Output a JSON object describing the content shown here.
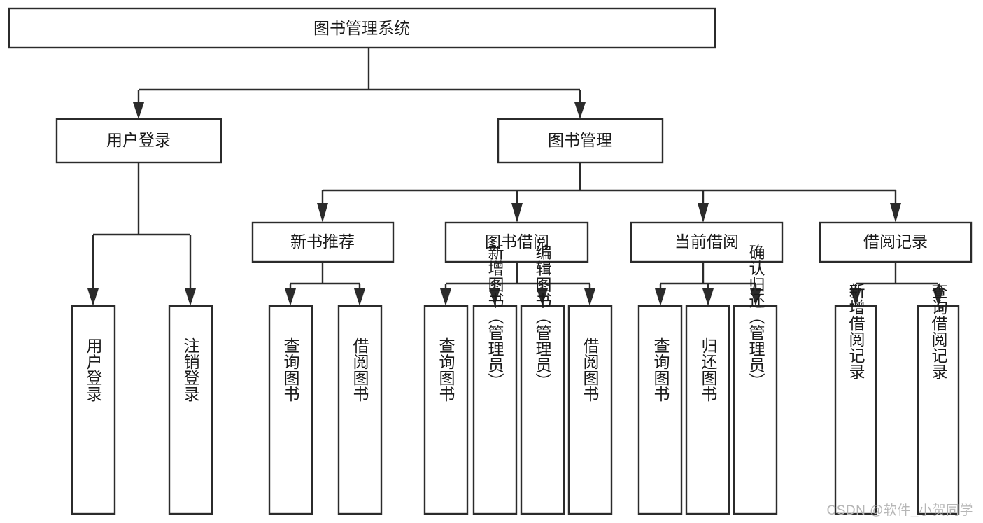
{
  "diagram": {
    "type": "tree-hierarchy",
    "title": "图书管理系统",
    "watermark": "CSDN @软件_小贺同学",
    "colors": {
      "stroke": "#2b2b2b",
      "fill": "#ffffff",
      "text": "#1a1a1a",
      "watermark": "#b6b6b6",
      "background": "#ffffff"
    },
    "levels": {
      "root": "图书管理系统",
      "level2": [
        "用户登录",
        "图书管理"
      ],
      "level3": [
        "新书推荐",
        "图书借阅",
        "当前借阅",
        "借阅记录"
      ]
    },
    "nodes": {
      "root": {
        "label": "图书管理系统"
      },
      "user_login": {
        "label": "用户登录"
      },
      "book_manage": {
        "label": "图书管理"
      },
      "new_book_rec": {
        "label": "新书推荐"
      },
      "book_borrow": {
        "label": "图书借阅"
      },
      "current_borrow": {
        "label": "当前借阅"
      },
      "borrow_record": {
        "label": "借阅记录"
      }
    },
    "leaves": {
      "user_login": [
        {
          "label": "用户登录"
        },
        {
          "label": "注销登录"
        }
      ],
      "new_book_rec": [
        {
          "label": "查询图书"
        },
        {
          "label": "借阅图书"
        }
      ],
      "book_borrow": [
        {
          "label": "查询图书"
        },
        {
          "label": "新增图书（管理员）"
        },
        {
          "label": "编辑图书（管理员）"
        },
        {
          "label": "借阅图书"
        }
      ],
      "current_borrow": [
        {
          "label": "查询图书"
        },
        {
          "label": "归还图书"
        },
        {
          "label": "确认归还（管理员）"
        }
      ],
      "borrow_record": [
        {
          "label": "新增借阅记录"
        },
        {
          "label": "查询借阅记录"
        }
      ]
    }
  }
}
